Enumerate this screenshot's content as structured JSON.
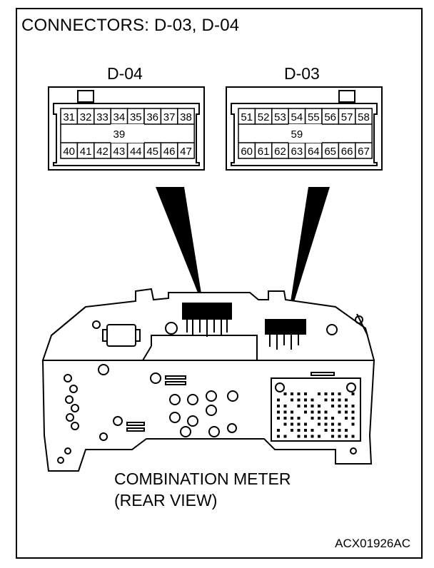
{
  "title": "CONNECTORS: D-03, D-04",
  "connectors": [
    {
      "label": "D-04",
      "top_row": [
        "31",
        "32",
        "33",
        "34",
        "35",
        "36",
        "37",
        "38"
      ],
      "middle": "39",
      "bottom_row": [
        "40",
        "41",
        "42",
        "43",
        "44",
        "45",
        "46",
        "47"
      ]
    },
    {
      "label": "D-03",
      "top_row": [
        "51",
        "52",
        "53",
        "54",
        "55",
        "56",
        "57",
        "58"
      ],
      "middle": "59",
      "bottom_row": [
        "60",
        "61",
        "62",
        "63",
        "64",
        "65",
        "66",
        "67"
      ]
    }
  ],
  "meter_caption": {
    "line1": "COMBINATION METER",
    "line2": "(REAR VIEW)"
  },
  "reference_code": "ACX01926AC"
}
